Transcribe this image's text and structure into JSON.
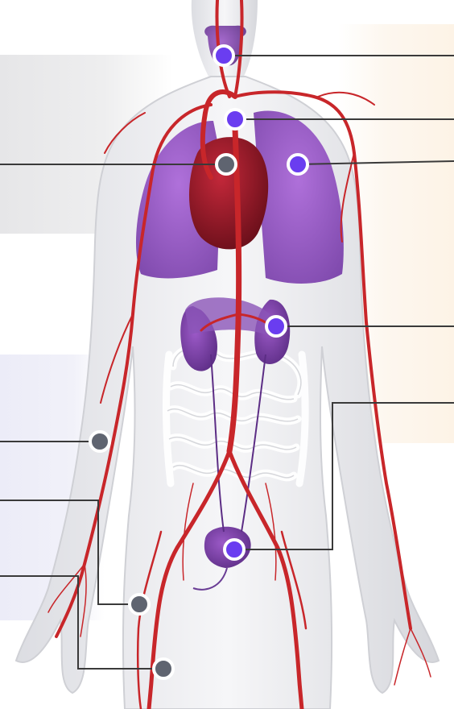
{
  "colors": {
    "active_marker": "#6a3df0",
    "inactive_marker": "#5f6470",
    "marker_ring": "#ffffff",
    "leader_line": "#3a3a3a",
    "artery": "#c8262a",
    "organ": "#8a3fc0",
    "heart": "#8e1520",
    "body": "#e9eaed"
  },
  "markers": [
    {
      "id": "thyroid",
      "state": "active"
    },
    {
      "id": "aortic-arch",
      "state": "active"
    },
    {
      "id": "heart",
      "state": "inactive"
    },
    {
      "id": "lung",
      "state": "active"
    },
    {
      "id": "kidney",
      "state": "active"
    },
    {
      "id": "forearm",
      "state": "inactive"
    },
    {
      "id": "bladder",
      "state": "active"
    },
    {
      "id": "thigh",
      "state": "inactive"
    },
    {
      "id": "leg",
      "state": "inactive"
    }
  ]
}
